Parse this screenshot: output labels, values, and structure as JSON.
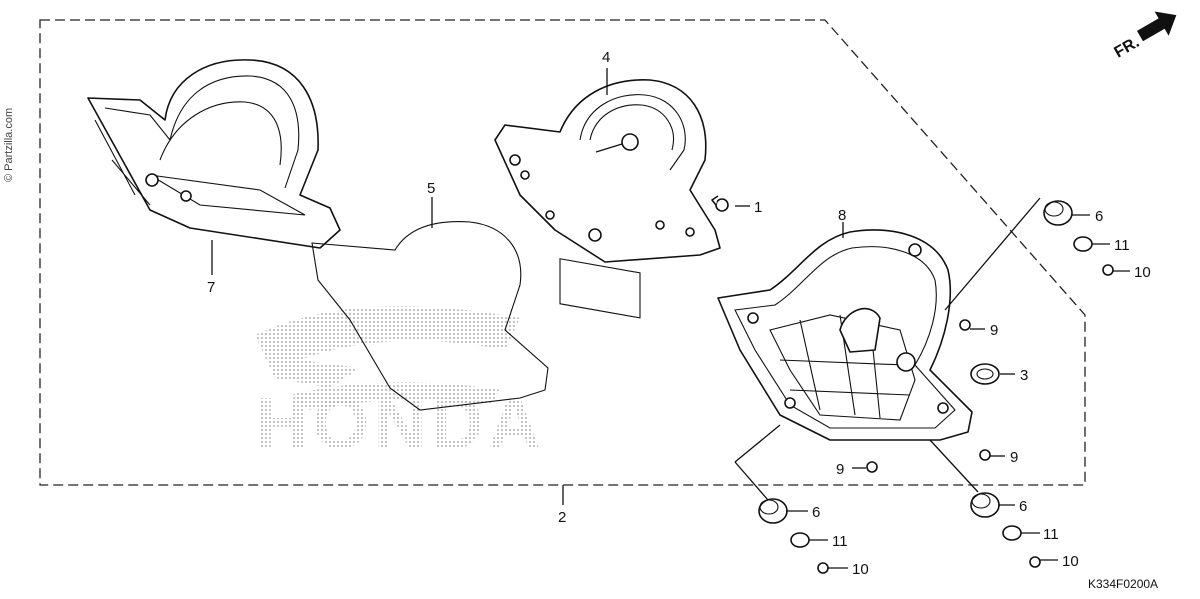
{
  "watermark": "© Partzilla.com",
  "direction_label": "FR.",
  "diagram_code": "K334F0200A",
  "logo_text": "HONDA",
  "callouts": {
    "c1": "1",
    "c2": "2",
    "c3": "3",
    "c4": "4",
    "c5": "5",
    "c6a": "6",
    "c6b": "6",
    "c6c": "6",
    "c7": "7",
    "c8": "8",
    "c9a": "9",
    "c9b": "9",
    "c9c": "9",
    "c10a": "10",
    "c10b": "10",
    "c10c": "10",
    "c11a": "11",
    "c11b": "11",
    "c11c": "11"
  }
}
